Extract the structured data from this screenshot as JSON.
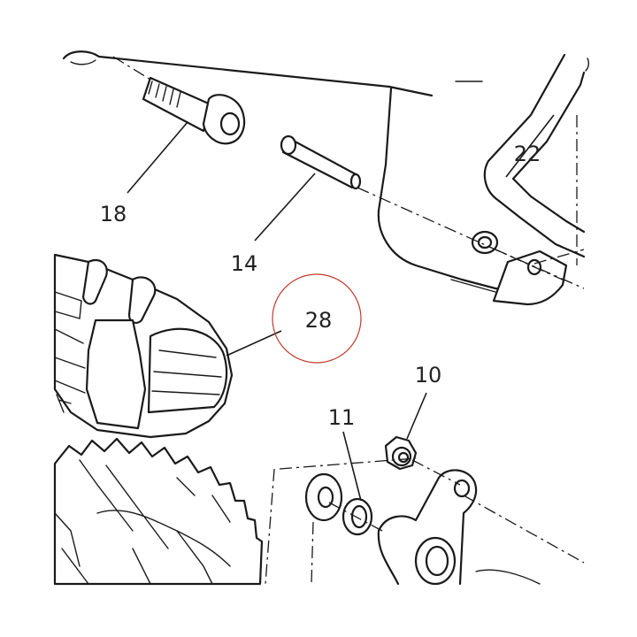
{
  "diagram": {
    "highlight_color": "#c0392b",
    "line_color": "#1a1a1a",
    "callouts": {
      "c18": "18",
      "c14": "14",
      "c22": "22",
      "c28": "28",
      "c10": "10",
      "c11": "11"
    },
    "highlighted_callout": "28"
  }
}
